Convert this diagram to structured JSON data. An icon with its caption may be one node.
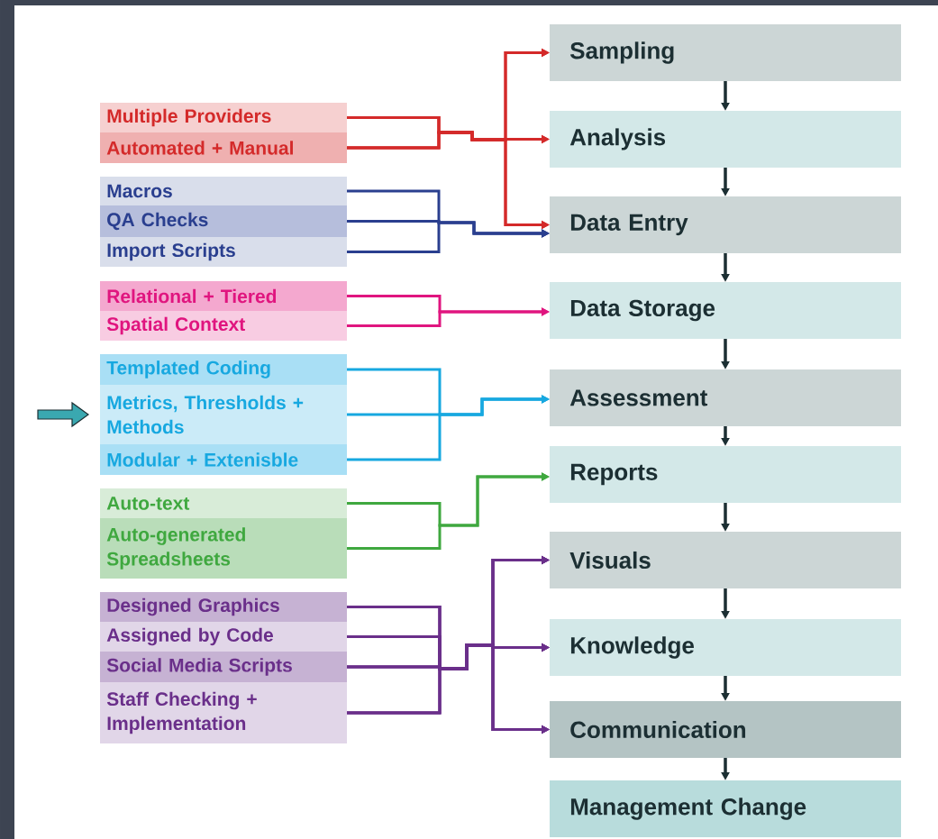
{
  "diagram": {
    "nodes": [
      {
        "text": [
          "Sampling"
        ]
      },
      {
        "text": [
          "Analysis"
        ]
      },
      {
        "text": [
          "Data Entry"
        ]
      },
      {
        "text": [
          "Data Storage"
        ]
      },
      {
        "text": [
          "Assessment"
        ]
      },
      {
        "text": [
          "Reports"
        ]
      },
      {
        "text": [
          "Visuals"
        ]
      },
      {
        "text": [
          "Knowledge"
        ]
      },
      {
        "text": [
          "Communication"
        ]
      },
      {
        "text": [
          "Management Change"
        ]
      },
      {
        "text": [
          "Multiple Providers"
        ]
      },
      {
        "text": [
          "Automated + Manual"
        ]
      },
      {
        "text": [
          "Macros"
        ]
      },
      {
        "text": [
          "QA Checks"
        ]
      },
      {
        "text": [
          "Import Scripts"
        ]
      },
      {
        "text": [
          "Relational + Tiered"
        ]
      },
      {
        "text": [
          "Spatial Context"
        ]
      },
      {
        "text": [
          "Templated Coding"
        ]
      },
      {
        "text": [
          "Metrics, Thresholds + Methods"
        ]
      },
      {
        "text": [
          "Modular + Extenisble"
        ]
      },
      {
        "text": [
          "Auto-text"
        ]
      },
      {
        "text": [
          "Auto-generated Spreadsheets"
        ]
      },
      {
        "text": [
          "Designed Graphics"
        ]
      },
      {
        "text": [
          "Assigned by Code"
        ]
      },
      {
        "text": [
          "Social Media Scripts"
        ]
      },
      {
        "text": [
          "Staff Checking + Implementation"
        ]
      }
    ],
    "edges": [
      {
        "from": 0,
        "to": 1,
        "arrow": "to"
      },
      {
        "from": 1,
        "to": 2,
        "arrow": "to"
      },
      {
        "from": 2,
        "to": 3,
        "arrow": "to"
      },
      {
        "from": 3,
        "to": 4,
        "arrow": "to"
      },
      {
        "from": 4,
        "to": 5,
        "arrow": "to"
      },
      {
        "from": 5,
        "to": 6,
        "arrow": "to"
      },
      {
        "from": 6,
        "to": 7,
        "arrow": "to"
      },
      {
        "from": 7,
        "to": 8,
        "arrow": "to"
      },
      {
        "from": 8,
        "to": 9,
        "arrow": "to"
      },
      {
        "from": 10,
        "to": 0,
        "arrow": "to",
        "color": "#d42a2a"
      },
      {
        "from": 10,
        "to": 1,
        "arrow": "to",
        "color": "#d42a2a"
      },
      {
        "from": 10,
        "to": 2,
        "arrow": "to",
        "color": "#d42a2a"
      },
      {
        "from": 11,
        "to": 0,
        "arrow": "to",
        "color": "#d42a2a"
      },
      {
        "from": 11,
        "to": 1,
        "arrow": "to",
        "color": "#d42a2a"
      },
      {
        "from": 11,
        "to": 2,
        "arrow": "to",
        "color": "#d42a2a"
      },
      {
        "from": 12,
        "to": 2,
        "arrow": "to",
        "color": "#2a3f8f"
      },
      {
        "from": 13,
        "to": 2,
        "arrow": "to",
        "color": "#2a3f8f"
      },
      {
        "from": 14,
        "to": 2,
        "arrow": "to",
        "color": "#2a3f8f"
      },
      {
        "from": 15,
        "to": 3,
        "arrow": "to",
        "color": "#e0157f"
      },
      {
        "from": 16,
        "to": 3,
        "arrow": "to",
        "color": "#e0157f"
      },
      {
        "from": 17,
        "to": 4,
        "arrow": "to",
        "color": "#17a8e0"
      },
      {
        "from": 18,
        "to": 4,
        "arrow": "to",
        "color": "#17a8e0"
      },
      {
        "from": 19,
        "to": 4,
        "arrow": "to",
        "color": "#17a8e0"
      },
      {
        "from": 20,
        "to": 5,
        "arrow": "to",
        "color": "#3fa83f"
      },
      {
        "from": 21,
        "to": 5,
        "arrow": "to",
        "color": "#3fa83f"
      },
      {
        "from": 22,
        "to": 6,
        "arrow": "to",
        "color": "#6a2f8a"
      },
      {
        "from": 22,
        "to": 7,
        "arrow": "to",
        "color": "#6a2f8a"
      },
      {
        "from": 22,
        "to": 8,
        "arrow": "to",
        "color": "#6a2f8a"
      },
      {
        "from": 23,
        "to": 6,
        "arrow": "to",
        "color": "#6a2f8a"
      },
      {
        "from": 23,
        "to": 7,
        "arrow": "to",
        "color": "#6a2f8a"
      },
      {
        "from": 23,
        "to": 8,
        "arrow": "to",
        "color": "#6a2f8a"
      },
      {
        "from": 24,
        "to": 6,
        "arrow": "to",
        "color": "#6a2f8a"
      },
      {
        "from": 24,
        "to": 7,
        "arrow": "to",
        "color": "#6a2f8a"
      },
      {
        "from": 24,
        "to": 8,
        "arrow": "to",
        "color": "#6a2f8a"
      },
      {
        "from": 25,
        "to": 6,
        "arrow": "to",
        "color": "#6a2f8a"
      },
      {
        "from": 25,
        "to": 7,
        "arrow": "to",
        "color": "#6a2f8a"
      },
      {
        "from": 25,
        "to": 8,
        "arrow": "to",
        "color": "#6a2f8a"
      },
      {
        "from": null,
        "to": 18,
        "arrow": "to",
        "color": "#3aa8b0"
      }
    ]
  }
}
